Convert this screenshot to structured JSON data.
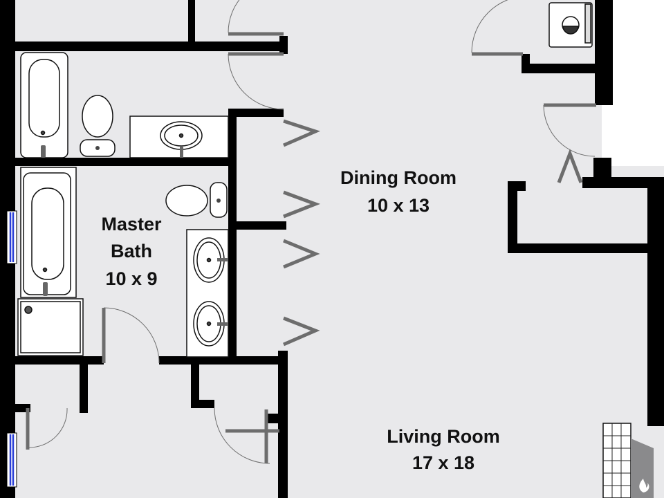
{
  "floor_plan": {
    "rooms": [
      {
        "id": "master-bath",
        "name": "Master Bath",
        "line1": "Master",
        "line2": "Bath",
        "dims": "10 x 9"
      },
      {
        "id": "dining-room",
        "name": "Dining Room",
        "line1": "Dining Room",
        "dims": "10 x 13"
      },
      {
        "id": "living-room",
        "name": "Living Room",
        "line1": "Living Room",
        "dims": "17 x 18"
      }
    ],
    "colors": {
      "floor": "#e9e9eb",
      "wall": "#000000",
      "fixture": "#ffffff",
      "door": "#6d6d6d",
      "window": "#2a3fd6",
      "exterior": "#ffffff"
    },
    "icons": [
      "bathtub-icon",
      "toilet-icon",
      "sink-icon",
      "shower-icon",
      "washer-icon",
      "fireplace-icon",
      "flame-icon",
      "closet-door-icon"
    ]
  }
}
